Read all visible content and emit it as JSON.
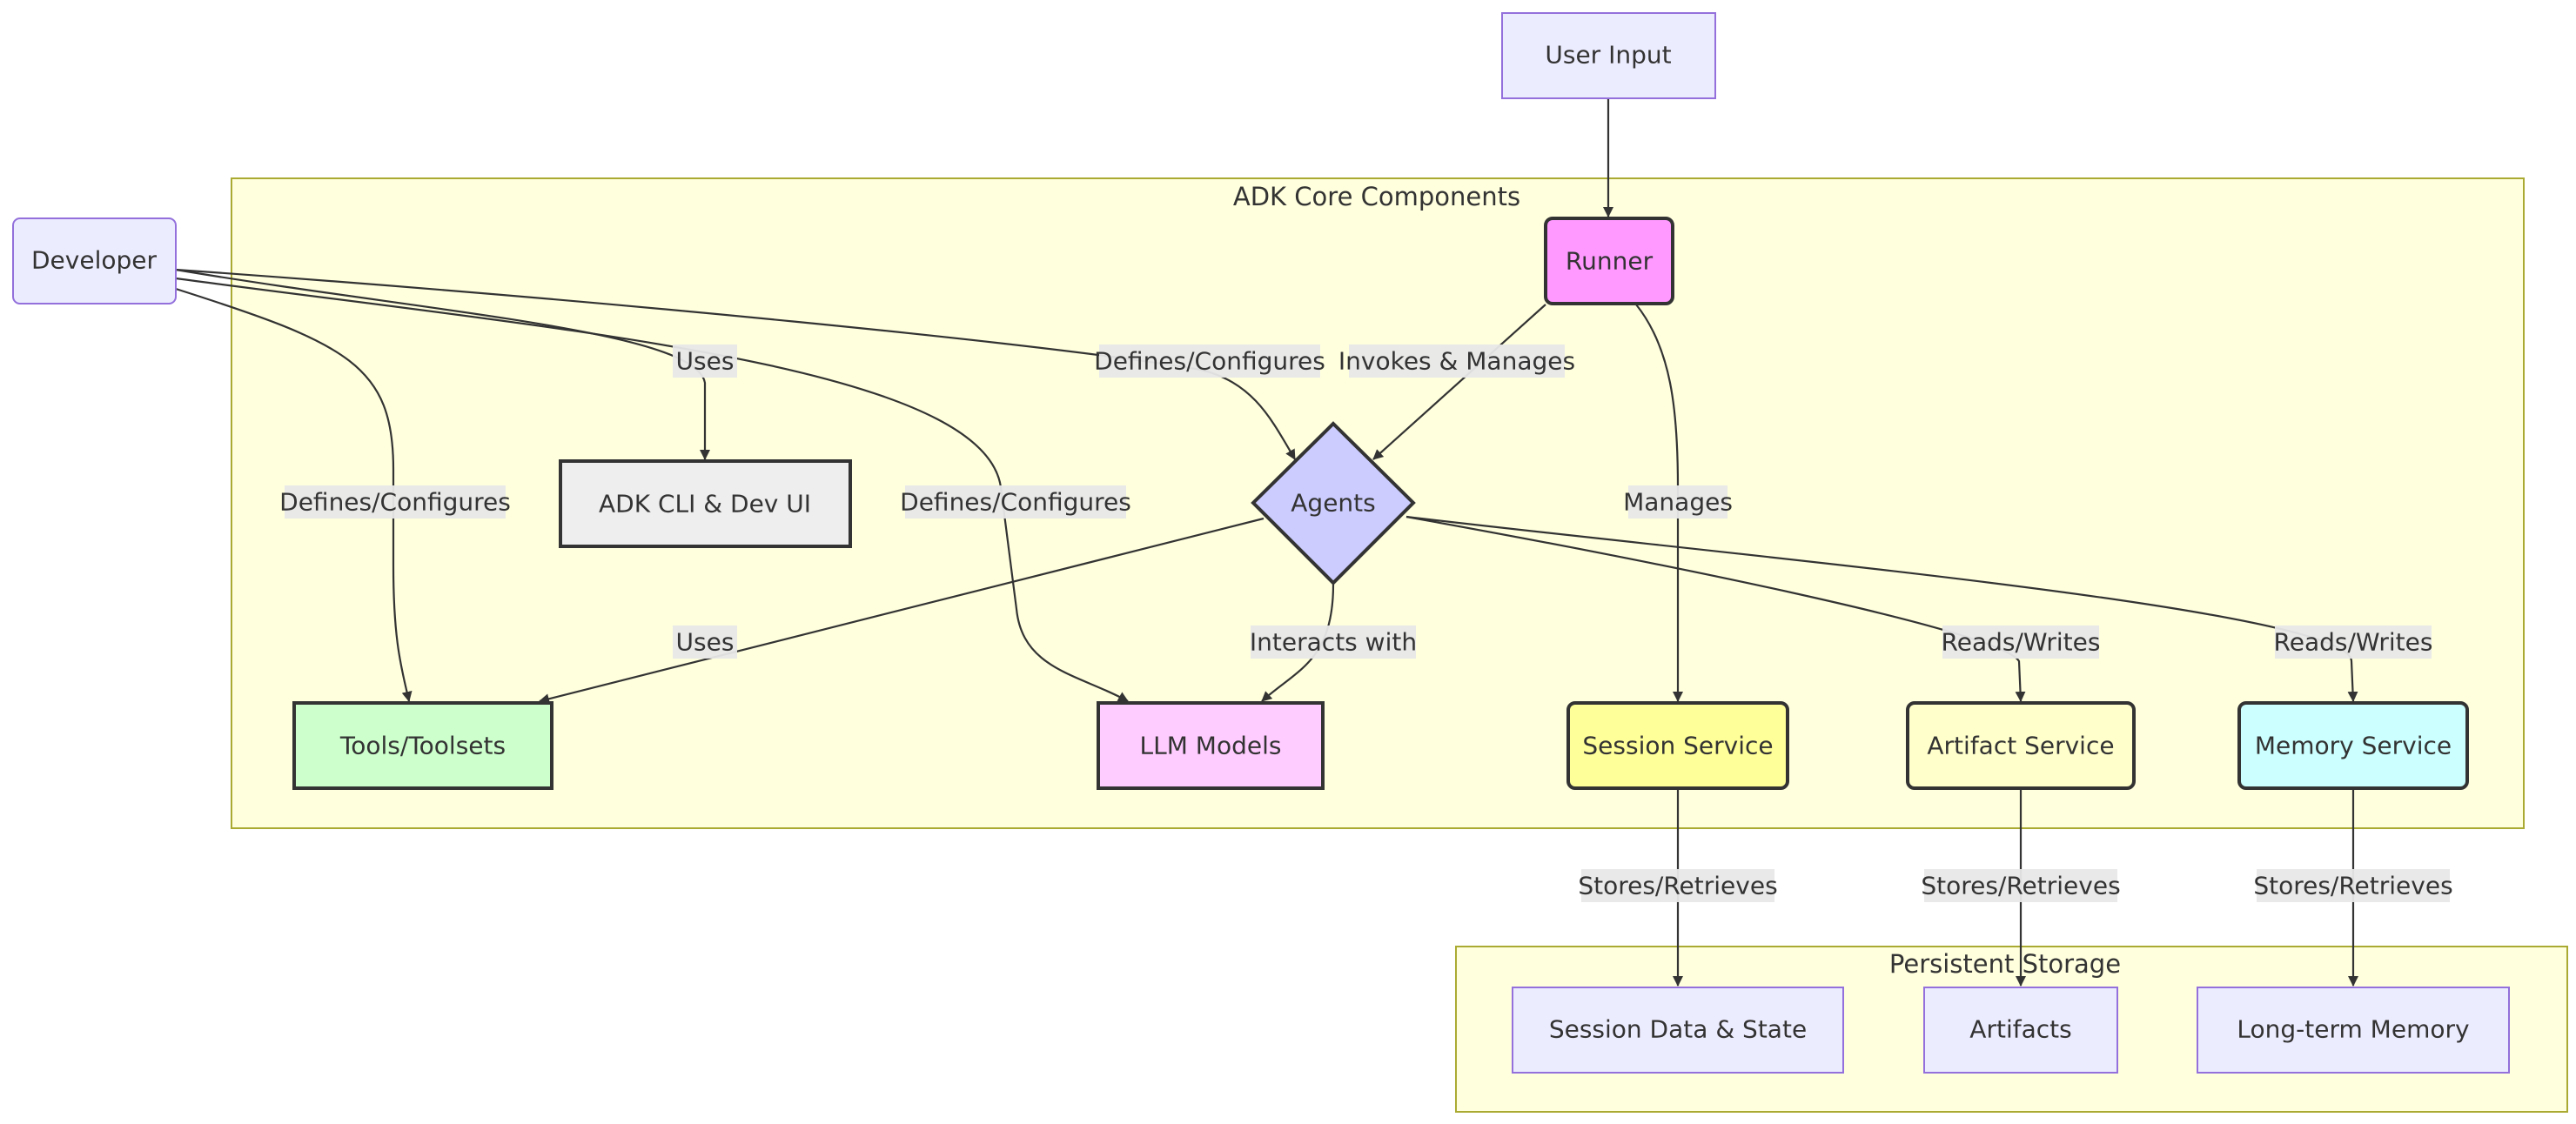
{
  "colors": {
    "subgraph_fill": "#ffffde",
    "subgraph_stroke": "#aaaa33",
    "default_node_fill": "#ececff",
    "default_node_stroke": "#9370db",
    "runner_fill": "#ff99ff",
    "agents_fill": "#ccccff",
    "tools_fill": "#ccffcc",
    "llm_fill": "#ffccff",
    "session_fill": "#ffff99",
    "artifact_fill": "#ffffcc",
    "memory_fill": "#ccffff",
    "cli_fill": "#eeeeee",
    "edge_label_bg": "#e8e8e8"
  },
  "subgraphs": {
    "core": {
      "title": "ADK Core Components"
    },
    "storage": {
      "title": "Persistent Storage"
    }
  },
  "nodes": {
    "user_input": {
      "label": "User Input"
    },
    "developer": {
      "label": "Developer"
    },
    "runner": {
      "label": "Runner"
    },
    "agents": {
      "label": "Agents"
    },
    "adk_cli": {
      "label": "ADK CLI & Dev UI"
    },
    "tools": {
      "label": "Tools/Toolsets"
    },
    "llm": {
      "label": "LLM Models"
    },
    "session_service": {
      "label": "Session Service"
    },
    "artifact_service": {
      "label": "Artifact Service"
    },
    "memory_service": {
      "label": "Memory Service"
    },
    "session_data": {
      "label": "Session Data & State"
    },
    "artifacts": {
      "label": "Artifacts"
    },
    "long_term_memory": {
      "label": "Long-term Memory"
    }
  },
  "edges": {
    "dev_uses_cli": {
      "label": "Uses"
    },
    "dev_configures_agents": {
      "label": "Defines/Configures"
    },
    "dev_configures_tools": {
      "label": "Defines/Configures"
    },
    "dev_configures_llm": {
      "label": "Defines/Configures"
    },
    "runner_invokes_agents": {
      "label": "Invokes & Manages"
    },
    "runner_manages_session": {
      "label": "Manages"
    },
    "agents_use_tools": {
      "label": "Uses"
    },
    "agents_interact_llm": {
      "label": "Interacts with"
    },
    "agents_rw_artifact": {
      "label": "Reads/Writes"
    },
    "agents_rw_memory": {
      "label": "Reads/Writes"
    },
    "session_stores": {
      "label": "Stores/Retrieves"
    },
    "artifact_stores": {
      "label": "Stores/Retrieves"
    },
    "memory_stores": {
      "label": "Stores/Retrieves"
    }
  }
}
